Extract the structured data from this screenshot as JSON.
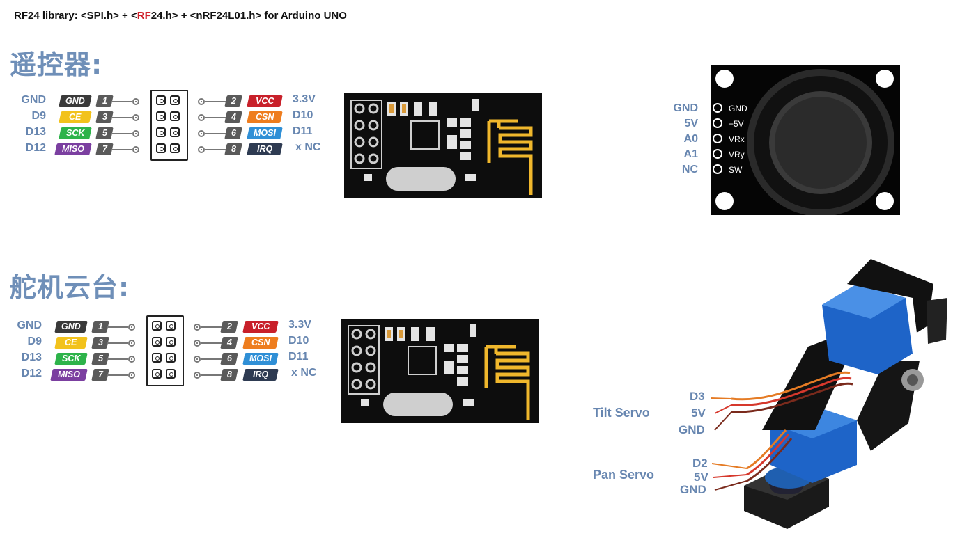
{
  "header": {
    "prefix": "RF24 library:  <SPI.h>  +  <",
    "rf": "RF",
    "rest": "24.h>  +  <nRF24L01.h>  for Arduino UNO"
  },
  "sections": [
    {
      "title": "遥控器:",
      "left_arduino": [
        "GND",
        "D9",
        "D13",
        "D12"
      ],
      "left_pins": [
        {
          "label": "GND",
          "num": "1",
          "color": "#3a3a3a"
        },
        {
          "label": "CE",
          "num": "3",
          "color": "#f2c21c"
        },
        {
          "label": "SCK",
          "num": "5",
          "color": "#2db34a"
        },
        {
          "label": "MISO",
          "num": "7",
          "color": "#7b3fa0"
        }
      ],
      "right_pins": [
        {
          "label": "VCC",
          "num": "2",
          "color": "#c8202a"
        },
        {
          "label": "CSN",
          "num": "4",
          "color": "#ee7d1e"
        },
        {
          "label": "MOSI",
          "num": "6",
          "color": "#2f8fd6"
        },
        {
          "label": "IRQ",
          "num": "8",
          "color": "#2e3b52"
        }
      ],
      "right_arduino": [
        "3.3V",
        "D10",
        "D11",
        "x NC"
      ]
    },
    {
      "title": "舵机云台:",
      "left_arduino": [
        "GND",
        "D9",
        "D13",
        "D12"
      ],
      "left_pins": [
        {
          "label": "GND",
          "num": "1",
          "color": "#3a3a3a"
        },
        {
          "label": "CE",
          "num": "3",
          "color": "#f2c21c"
        },
        {
          "label": "SCK",
          "num": "5",
          "color": "#2db34a"
        },
        {
          "label": "MISO",
          "num": "7",
          "color": "#7b3fa0"
        }
      ],
      "right_pins": [
        {
          "label": "VCC",
          "num": "2",
          "color": "#c8202a"
        },
        {
          "label": "CSN",
          "num": "4",
          "color": "#ee7d1e"
        },
        {
          "label": "MOSI",
          "num": "6",
          "color": "#2f8fd6"
        },
        {
          "label": "IRQ",
          "num": "8",
          "color": "#2e3b52"
        }
      ],
      "right_arduino": [
        "3.3V",
        "D10",
        "D11",
        "x NC"
      ]
    }
  ],
  "joystick": {
    "arduino": [
      "GND",
      "5V",
      "A0",
      "A1",
      "NC"
    ],
    "board": [
      "GND",
      "+5V",
      "VRx",
      "VRy",
      "SW"
    ]
  },
  "servos": {
    "tilt": {
      "label": "Tilt Servo",
      "pins": [
        "D3",
        "5V",
        "GND"
      ]
    },
    "pan": {
      "label": "Pan Servo",
      "pins": [
        "D2",
        "5V",
        "GND"
      ]
    }
  },
  "colors": {
    "title": "#6f8fb8",
    "label": "#6786b0",
    "rf_red": "#d0202a"
  }
}
